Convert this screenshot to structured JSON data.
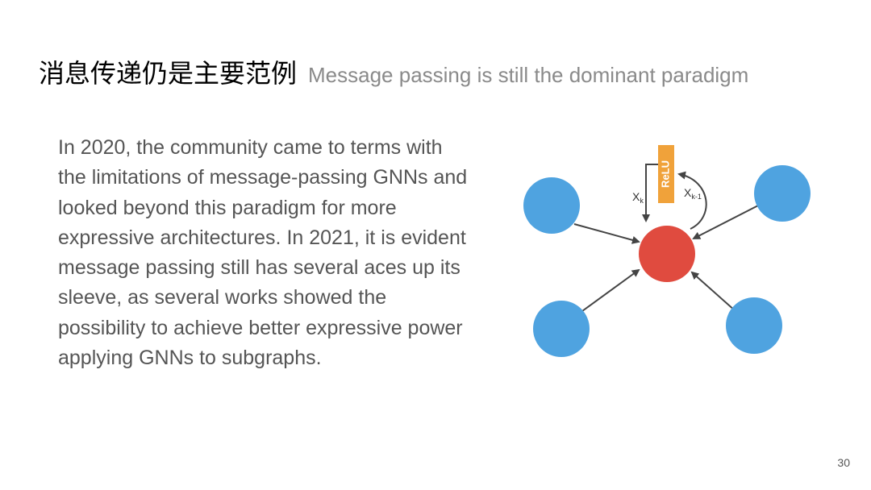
{
  "slide": {
    "title_zh": "消息传递仍是主要范例",
    "title_en": "Message passing is still the dominant paradigm",
    "body": "In 2020, the community came to terms with the limitations of message-passing GNNs and looked beyond this paradigm for more expressive architectures. In 2021, it is evident message passing still has several aces up its sleeve, as several works showed the possibility to achieve better expressive power applying GNNs to subgraphs.",
    "page_number": "30"
  },
  "diagram": {
    "activation_label": "ReLU",
    "input_label": "X",
    "input_subscript": "k",
    "prev_label": "X",
    "prev_subscript": "k-1",
    "colors": {
      "neighbor_node": "#4fa3e0",
      "center_node": "#e04b3f",
      "activation_box": "#f0a23a",
      "arrow": "#444444"
    }
  }
}
